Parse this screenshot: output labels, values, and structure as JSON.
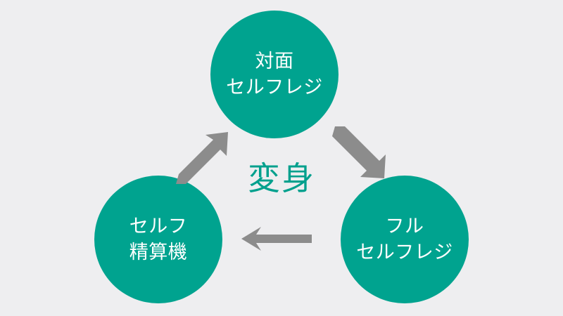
{
  "diagram": {
    "title_text": "変身",
    "background_color": "#eeeef0",
    "node_color": "#00a38f",
    "node_text_color": "#ffffff",
    "arrow_color": "#8c8c8c",
    "center_text_color": "#00a08d",
    "nodes": [
      {
        "id": "top",
        "name": "taimen-self-register",
        "line1": "対面",
        "line2": "セルフレジ"
      },
      {
        "id": "right",
        "name": "full-self-register",
        "line1": "フル",
        "line2": "セルフレジ"
      },
      {
        "id": "left",
        "name": "self-seisanki",
        "line1": "セルフ",
        "line2": "精算機"
      }
    ],
    "arrows": [
      {
        "id": "top-to-right",
        "from": "top",
        "to": "right",
        "direction": "down-right"
      },
      {
        "id": "right-to-left",
        "from": "right",
        "to": "left",
        "direction": "left"
      },
      {
        "id": "left-to-top",
        "from": "left",
        "to": "top",
        "direction": "up-right"
      }
    ]
  }
}
